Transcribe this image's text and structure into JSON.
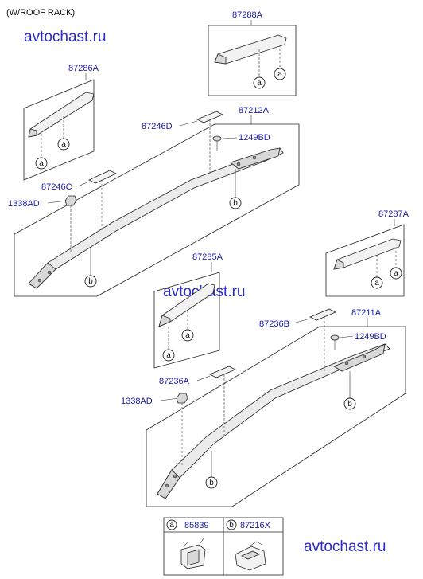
{
  "header": {
    "title": "(W/ROOF RACK)"
  },
  "watermarks": [
    "avtochast.ru",
    "avtochast.ru",
    "avtochast.ru"
  ],
  "parts": {
    "p87288A": "87288A",
    "p87286A": "87286A",
    "p87212A": "87212A",
    "p87246D": "87246D",
    "p1249BD_top": "1249BD",
    "p87246C": "87246C",
    "p1338AD_top": "1338AD",
    "p87287A": "87287A",
    "p87285A": "87285A",
    "p87211A": "87211A",
    "p87236B": "87236B",
    "p1249BD_bot": "1249BD",
    "p87236A": "87236A",
    "p1338AD_bot": "1338AD"
  },
  "callouts": {
    "a": "a",
    "b": "b"
  },
  "legend": {
    "a_letter": "a",
    "a_part": "85839",
    "b_letter": "b",
    "b_part": "87216X"
  }
}
